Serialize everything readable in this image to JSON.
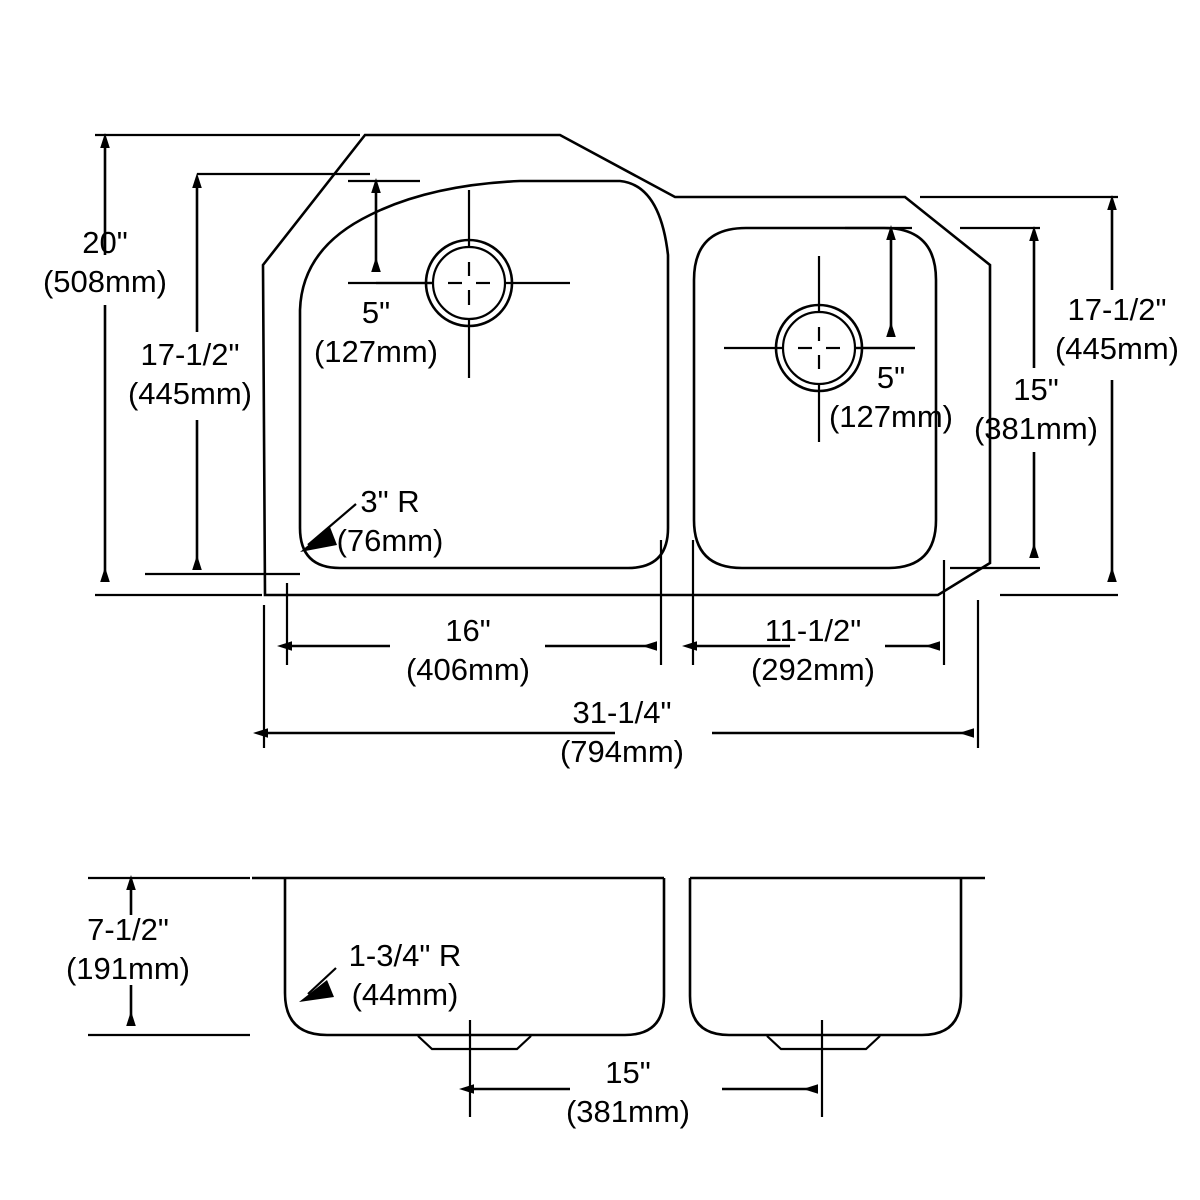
{
  "drawing": {
    "title": "Undermount double-bowl kitchen sink specification drawing",
    "line_color": "#000000",
    "background_color": "#ffffff",
    "views": [
      {
        "name": "top-view",
        "label": ""
      },
      {
        "name": "front-elevation-view",
        "label": ""
      }
    ]
  },
  "dimensions": {
    "overall_height": {
      "imperial": "20\"",
      "metric": "(508mm)"
    },
    "left_bowl_height": {
      "imperial": "17-1/2\"",
      "metric": "(445mm)"
    },
    "right_rim_height": {
      "imperial": "17-1/2\"",
      "metric": "(445mm)"
    },
    "right_bowl_height": {
      "imperial": "15\"",
      "metric": "(381mm)"
    },
    "left_drain_offset": {
      "imperial": "5\"",
      "metric": "(127mm)"
    },
    "right_drain_offset": {
      "imperial": "5\"",
      "metric": "(127mm)"
    },
    "left_bowl_width": {
      "imperial": "16\"",
      "metric": "(406mm)"
    },
    "right_bowl_width": {
      "imperial": "11-1/2\"",
      "metric": "(292mm)"
    },
    "overall_width": {
      "imperial": "31-1/4\"",
      "metric": "(794mm)"
    },
    "corner_radius_top": {
      "imperial": "3\" R",
      "metric": "(76mm)"
    },
    "bowl_depth": {
      "imperial": "7-1/2\"",
      "metric": "(191mm)"
    },
    "corner_radius_elevation": {
      "imperial": "1-3/4\" R",
      "metric": "(44mm)"
    },
    "drain_spacing": {
      "imperial": "15\"",
      "metric": "(381mm)"
    }
  }
}
